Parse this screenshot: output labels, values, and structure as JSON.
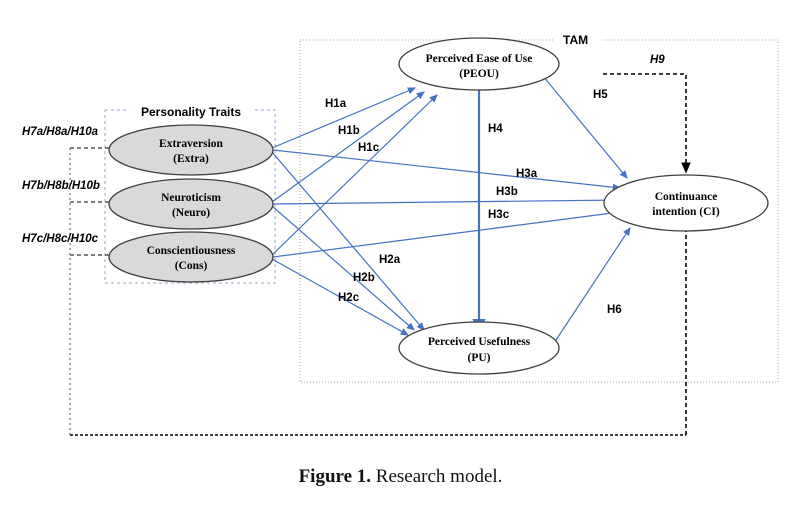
{
  "figure": {
    "caption_label": "Figure 1.",
    "caption_text": " Research model."
  },
  "groups": {
    "personality_box_title": "Personality Traits",
    "tam_box_title": "TAM"
  },
  "nodes": {
    "extraversion": {
      "line1": "Extraversion",
      "line2": "(Extra)"
    },
    "neuroticism": {
      "line1": "Neuroticism",
      "line2": "(Neuro)"
    },
    "conscientiousness": {
      "line1": "Conscientiousness",
      "line2": "(Cons)"
    },
    "peou": {
      "line1": "Perceived Ease of Use",
      "line2": "(PEOU)"
    },
    "pu": {
      "line1": "Perceived Usefulness",
      "line2": "(PU)"
    },
    "ci": {
      "line1": "Continuance",
      "line2": "intention (CI)"
    }
  },
  "hypotheses": {
    "h1a": "H1a",
    "h1b": "H1b",
    "h1c": "H1c",
    "h2a": "H2a",
    "h2b": "H2b",
    "h2c": "H2c",
    "h3a": "H3a",
    "h3b": "H3b",
    "h3c": "H3c",
    "h4": "H4",
    "h5": "H5",
    "h6": "H6",
    "h9": "H9",
    "moderator_a": "H7a/H8a/H10a",
    "moderator_b": "H7b/H8b/H10b",
    "moderator_c": "H7c/H8c/H10c"
  },
  "colors": {
    "arrow_blue": "#4472c4",
    "trait_fill": "#d9d9d9",
    "node_stroke": "#3f3f3f",
    "personality_box_stroke": "#8faadc",
    "tam_box_stroke": "#a6a6a6",
    "dashed_black": "#000000"
  },
  "chart_data": {
    "type": "diagram",
    "title": "Research model",
    "constructs": [
      {
        "id": "Extra",
        "label": "Extraversion (Extra)",
        "group": "Personality Traits"
      },
      {
        "id": "Neuro",
        "label": "Neuroticism (Neuro)",
        "group": "Personality Traits"
      },
      {
        "id": "Cons",
        "label": "Conscientiousness (Cons)",
        "group": "Personality Traits"
      },
      {
        "id": "PEOU",
        "label": "Perceived Ease of Use (PEOU)",
        "group": "TAM"
      },
      {
        "id": "PU",
        "label": "Perceived Usefulness (PU)",
        "group": "TAM"
      },
      {
        "id": "CI",
        "label": "Continuance intention (CI)",
        "group": "TAM"
      }
    ],
    "paths": [
      {
        "hypothesis": "H1a",
        "from": "Extra",
        "to": "PEOU",
        "style": "solid-blue"
      },
      {
        "hypothesis": "H1b",
        "from": "Neuro",
        "to": "PEOU",
        "style": "solid-blue"
      },
      {
        "hypothesis": "H1c",
        "from": "Cons",
        "to": "PEOU",
        "style": "solid-blue"
      },
      {
        "hypothesis": "H2a",
        "from": "Extra",
        "to": "PU",
        "style": "solid-blue"
      },
      {
        "hypothesis": "H2b",
        "from": "Neuro",
        "to": "PU",
        "style": "solid-blue"
      },
      {
        "hypothesis": "H2c",
        "from": "Cons",
        "to": "PU",
        "style": "solid-blue"
      },
      {
        "hypothesis": "H3a",
        "from": "Extra",
        "to": "CI",
        "style": "solid-blue"
      },
      {
        "hypothesis": "H3b",
        "from": "Neuro",
        "to": "CI",
        "style": "solid-blue"
      },
      {
        "hypothesis": "H3c",
        "from": "Cons",
        "to": "CI",
        "style": "solid-blue"
      },
      {
        "hypothesis": "H4",
        "from": "PEOU",
        "to": "PU",
        "style": "solid-blue"
      },
      {
        "hypothesis": "H5",
        "from": "PEOU",
        "to": "CI",
        "style": "solid-blue"
      },
      {
        "hypothesis": "H6",
        "from": "PU",
        "to": "CI",
        "style": "solid-blue"
      },
      {
        "hypothesis": "H9",
        "from": "TAM",
        "to": "CI",
        "style": "dashed-black"
      },
      {
        "hypothesis": "H7a/H8a/H10a",
        "from": "Extra",
        "to": "CI",
        "style": "dashed-black-moderator"
      },
      {
        "hypothesis": "H7b/H8b/H10b",
        "from": "Neuro",
        "to": "CI",
        "style": "dashed-black-moderator"
      },
      {
        "hypothesis": "H7c/H8c/H10c",
        "from": "Cons",
        "to": "CI",
        "style": "dashed-black-moderator"
      }
    ]
  }
}
